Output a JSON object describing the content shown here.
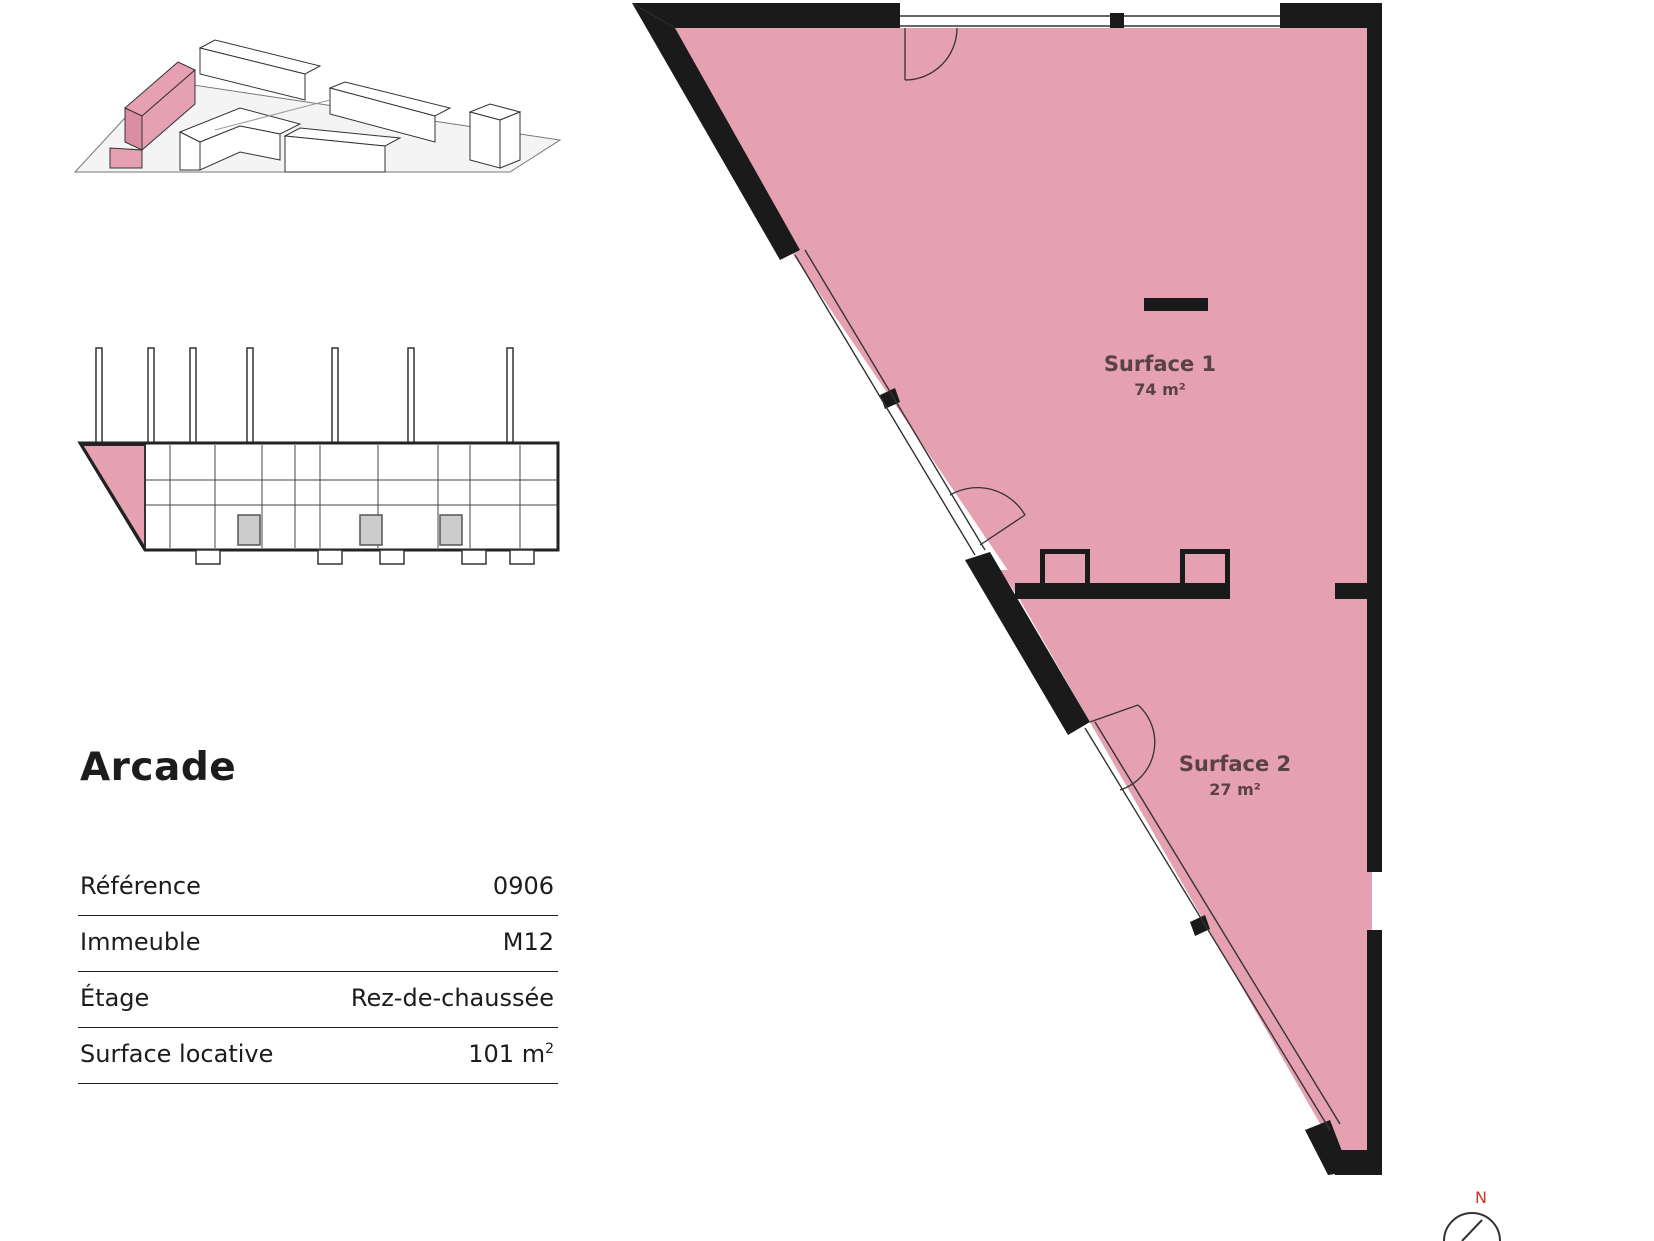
{
  "title": "Arcade",
  "info": [
    {
      "label": "Référence",
      "value": "0906"
    },
    {
      "label": "Immeuble",
      "value": "M12"
    },
    {
      "label": "Étage",
      "value": "Rez-de-chaussée"
    },
    {
      "label": "Surface locative",
      "value": "101 m",
      "unit_sup": "2"
    }
  ],
  "plan": {
    "rooms": [
      {
        "name": "Surface 1",
        "area": "74 m²"
      },
      {
        "name": "Surface 2",
        "area": "27 m²"
      }
    ],
    "north_label": "N"
  },
  "colors": {
    "highlight": "#e5a0b2",
    "wall": "#1a1a1a",
    "text": "#1c1c1c"
  }
}
